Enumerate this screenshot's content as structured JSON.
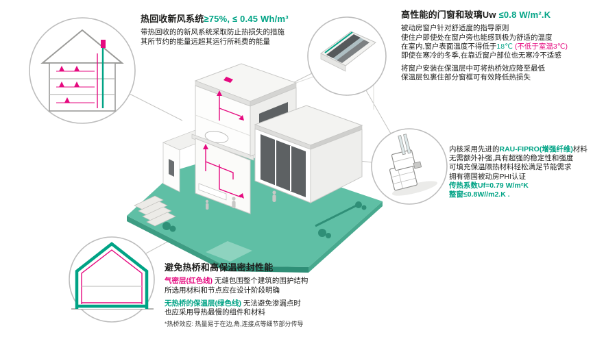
{
  "colors": {
    "teal": "#00A385",
    "pink": "#E5097F",
    "ground": "#5FBFA5",
    "text": "#1d1d1b",
    "callout_stroke": "#bdbdbd"
  },
  "blocks": {
    "ventilation": {
      "title_main": "热回收新风系统",
      "title_value": "≥75%, ≤ 0.45 Wh/m³",
      "line1": "带热回收的的新风系统采取防止热损失的措施",
      "line2": "其所节约的能量远超其运行所耗费的能量"
    },
    "window": {
      "title_main": "高性能的门窗和玻璃Uw ",
      "title_value": "≤0.8 W/m².K",
      "line1": "被动房窗户针对舒适度的指导原则",
      "line2": "使住户即使处在窗户旁也能感到极为舒适的温度",
      "line3a": "在室内,窗户表面温度不得低于",
      "line3b": "18℃",
      "line3c": " (不低于室温3℃)",
      "line4": "即使在寒冷的冬季,在靠近窗户部位也无寒冷不适感",
      "line5": "将窗户安装在保温层中可将热桥效应降至最低",
      "line6": "保温层包裹住部分窗框可有效降低热损失"
    },
    "profile": {
      "line1a": "内核采用先进的",
      "line1b": "RAU-FIPRO(增强纤维)",
      "line1c": "材料",
      "line2": "无需额外补强,具有超强的稳定性和强度",
      "line3": "可填充保温隔热材料轻松满足节能需求",
      "line4": "拥有德国被动房PHI认证",
      "line5": "传热系数Uf=0.79 W/m²K",
      "line6": "整窗≤0.8W//m2.K ."
    },
    "thermal": {
      "title": "避免热桥和高保温密封性能",
      "label1": "气密层(红色线)",
      "line1": " 无缝包围整个建筑的围护结构",
      "line2": "所选用材料和节点应在设计阶段明确",
      "label2": "无热桥的保温层(绿色线)",
      "line3": " 无法避免渗漏点时",
      "line4": "也应采用导热最慢的组件和材料",
      "note": "*热桥效应: 热量易于在边,角,连接点等细节部分传导"
    }
  },
  "icons": {
    "ventilation-callout-icon": "house cross-section with heat-recovery airflow arrows",
    "window-detail-callout-icon": "window installation corner detail",
    "window-profile-callout-icon": "window frame profile cross-section",
    "thermal-callout-icon": "house cross-section with insulation and airtight layer",
    "house-3d-illustration": "isometric cutaway passive house model"
  }
}
